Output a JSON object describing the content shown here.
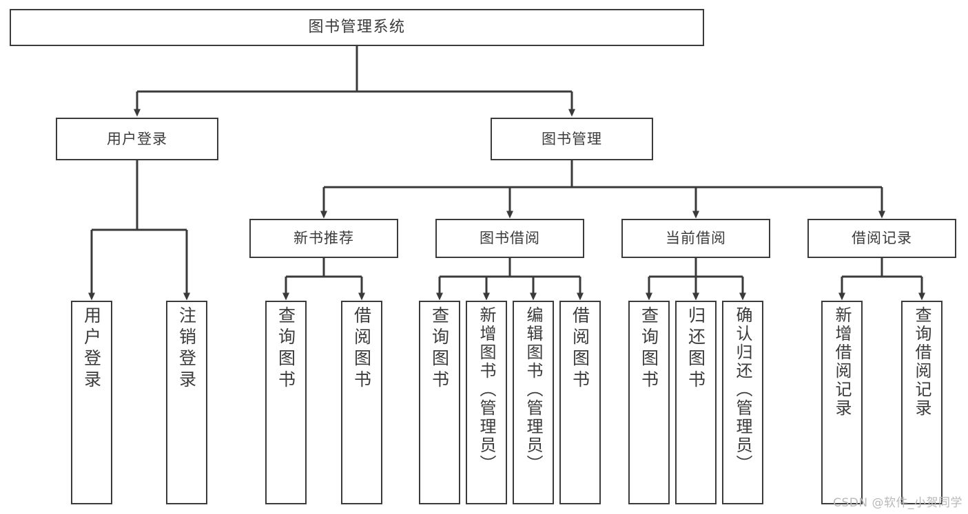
{
  "diagram": {
    "title": "图书管理系统",
    "type": "tree-hierarchy-chart",
    "colors": {
      "box_border": "#3a3a3a",
      "box_fill": "#ffffff",
      "connector": "#3a3a3a",
      "text": "#3b3b3b",
      "background": "#ffffff",
      "watermark": "#b9b9b9"
    }
  },
  "root": {
    "label": "图书管理系统"
  },
  "level1": [
    {
      "label": "用户登录"
    },
    {
      "label": "图书管理"
    }
  ],
  "level2": [
    {
      "label": "新书推荐"
    },
    {
      "label": "图书借阅"
    },
    {
      "label": "当前借阅"
    },
    {
      "label": "借阅记录"
    }
  ],
  "leaves": {
    "user_login": [
      {
        "label": "用户登录"
      },
      {
        "label": "注销登录"
      }
    ],
    "new_book_recommend": [
      {
        "label": "查询图书"
      },
      {
        "label": "借阅图书"
      }
    ],
    "book_borrow": [
      {
        "label": "查询图书"
      },
      {
        "label": "新增图书（管理员）"
      },
      {
        "label": "编辑图书（管理员）"
      },
      {
        "label": "借阅图书"
      }
    ],
    "current_borrow": [
      {
        "label": "查询图书"
      },
      {
        "label": "归还图书"
      },
      {
        "label": "确认归还（管理员）"
      }
    ],
    "borrow_record": [
      {
        "label": "新增借阅记录"
      },
      {
        "label": "查询借阅记录"
      }
    ]
  },
  "watermark": {
    "text": "CSDN @软件_小贺同学"
  }
}
